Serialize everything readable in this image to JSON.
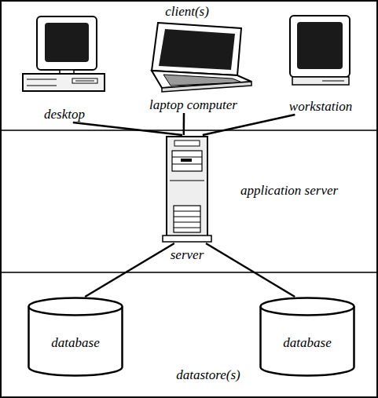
{
  "diagram": {
    "nodes": [
      {
        "text": [
          "client(s)"
        ]
      },
      {
        "text": [
          "desktop"
        ],
        "in": 0
      },
      {
        "text": [
          "laptop computer"
        ],
        "in": 0
      },
      {
        "text": [
          "workstation"
        ],
        "in": 0
      },
      {
        "text": [
          "application server"
        ]
      },
      {
        "text": [
          "server"
        ],
        "in": 4
      },
      {
        "text": [
          "datastore(s)"
        ]
      },
      {
        "text": [
          "database"
        ],
        "in": 6
      },
      {
        "text": [
          "database"
        ],
        "in": 6
      }
    ],
    "edges": [
      {
        "from": 1,
        "to": 5,
        "arrow": "none"
      },
      {
        "from": 2,
        "to": 5,
        "arrow": "none"
      },
      {
        "from": 3,
        "to": 5,
        "arrow": "none"
      },
      {
        "from": 5,
        "to": 7,
        "arrow": "none"
      },
      {
        "from": 5,
        "to": 8,
        "arrow": "none"
      }
    ]
  }
}
